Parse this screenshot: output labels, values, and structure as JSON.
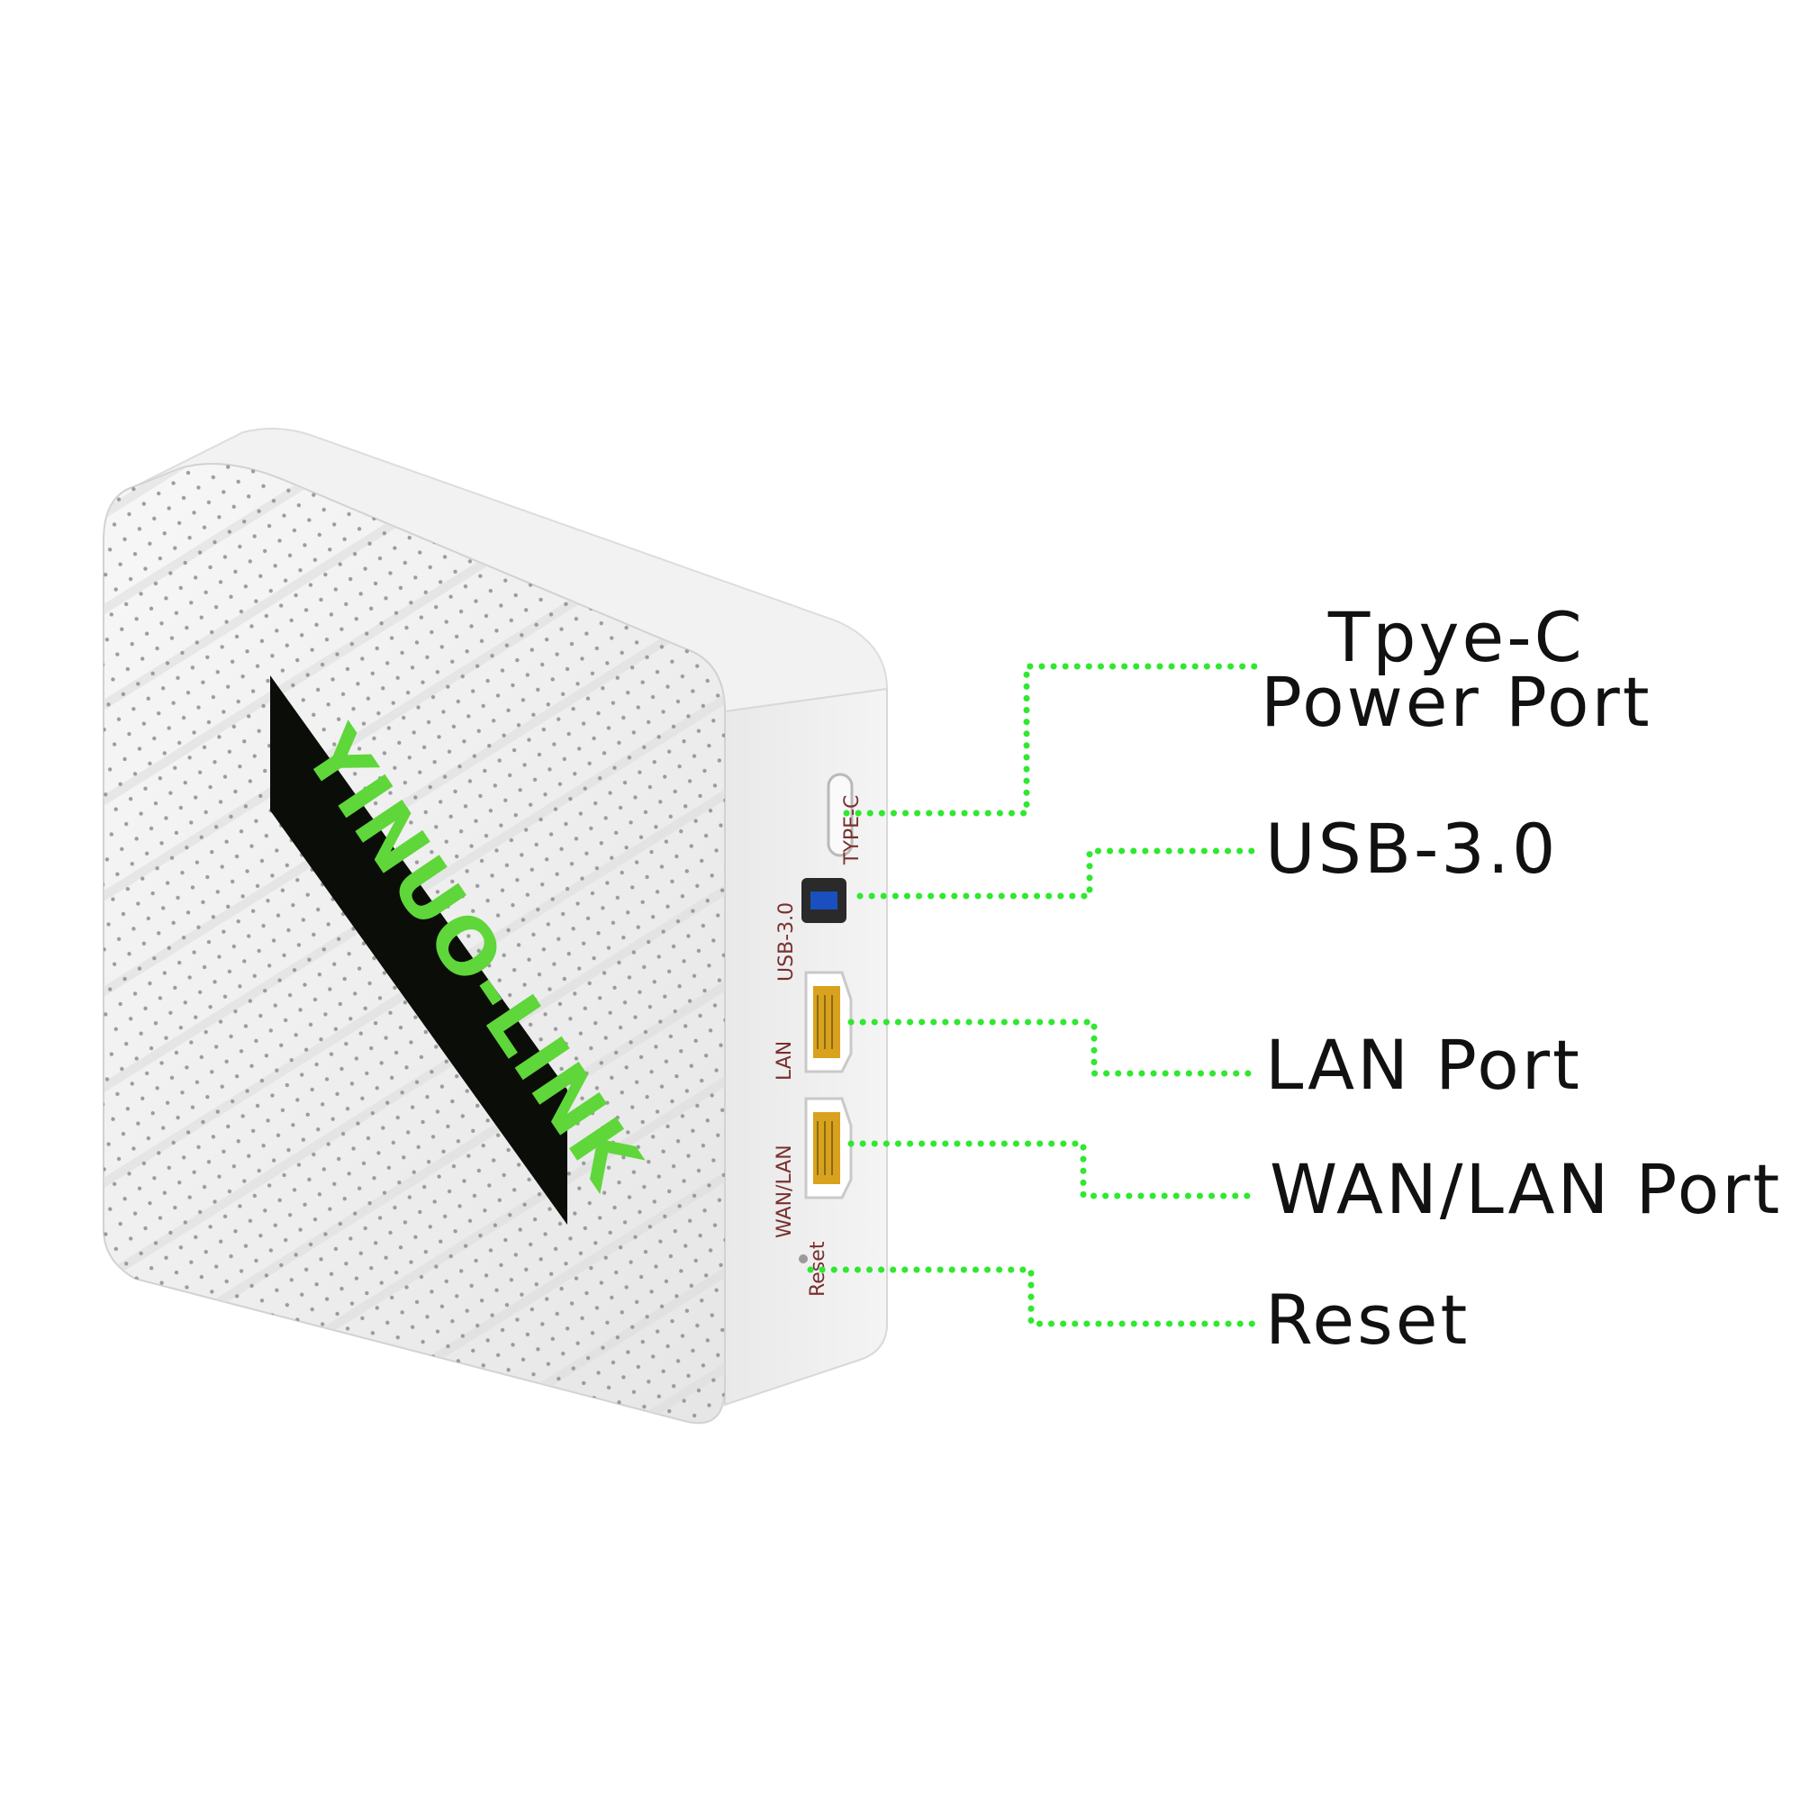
{
  "product": {
    "brand_logo_text": "YINUO-LINK",
    "port_printed_labels": {
      "typec": "TYPE-C",
      "usb": "USB-3.0",
      "lan": "LAN",
      "wan": "WAN/LAN",
      "reset": "Reset"
    }
  },
  "callouts": {
    "typec_line1": "Tpye-C",
    "typec_line2": "Power Port",
    "usb": "USB-3.0",
    "lan": "LAN Port",
    "wan": "WAN/LAN Port",
    "reset": "Reset"
  },
  "colors": {
    "background": "#ffffff",
    "callout_line": "#2fe82f",
    "callout_text": "#111111",
    "logo_green": "#5fd63a",
    "logo_panel": "#0a0d08",
    "port_gold": "#d9a21e",
    "label_print": "#7a2f2f"
  }
}
